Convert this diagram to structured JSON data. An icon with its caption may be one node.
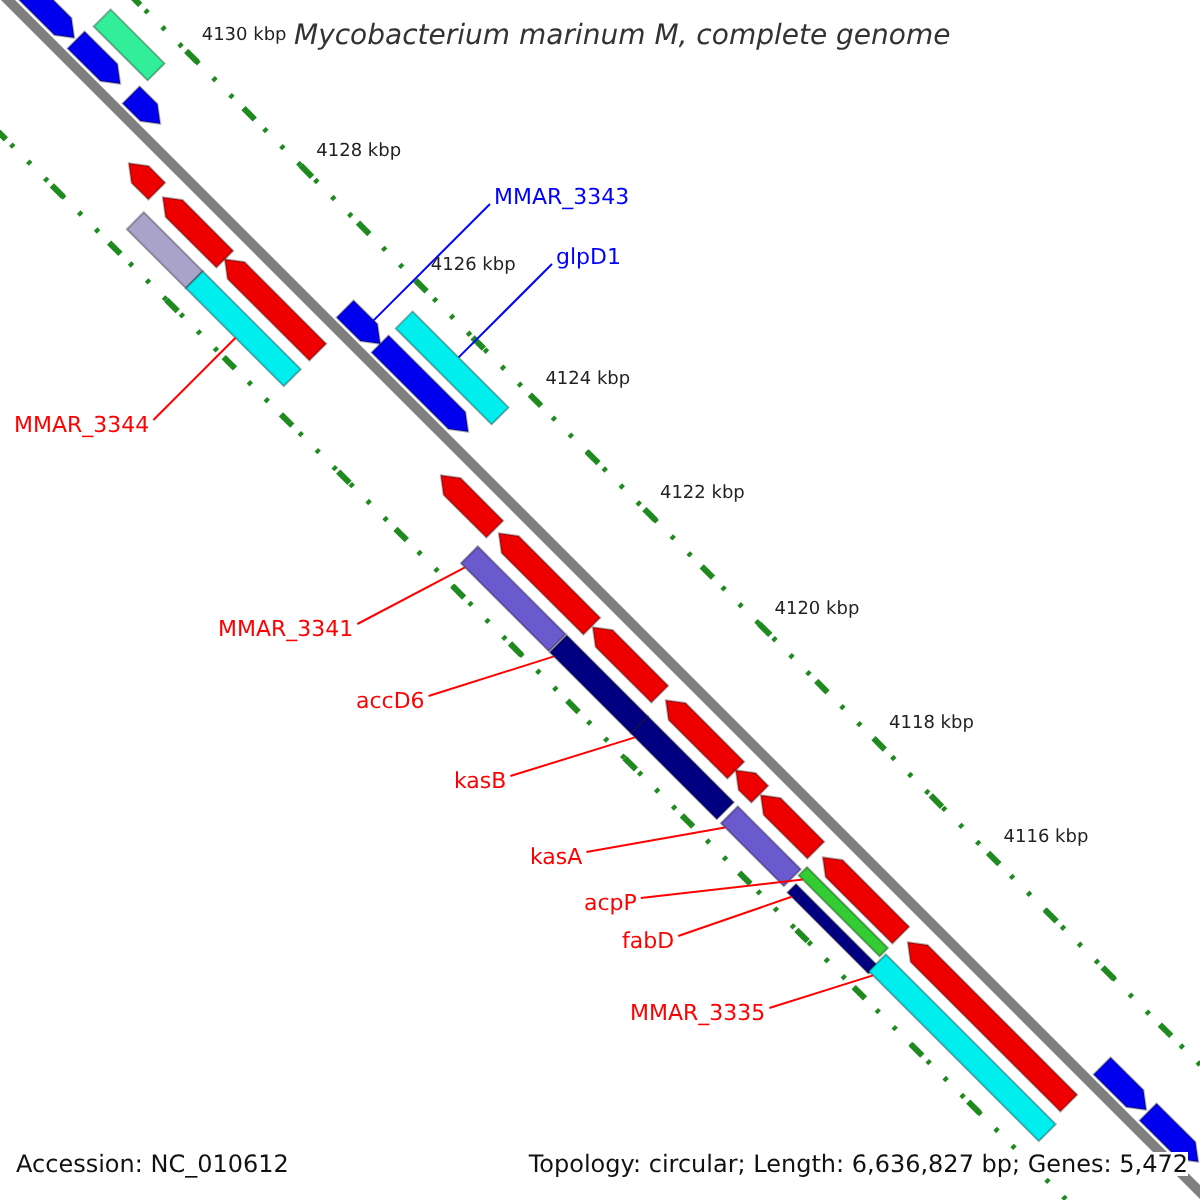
{
  "diagram": {
    "title": "Mycobacterium marinum M, complete genome",
    "nodes": [
      {
        "text": [
          "MMAR_3343"
        ]
      },
      {
        "text": [
          "glpD1"
        ]
      },
      {
        "text": [
          "MMAR_3344"
        ]
      },
      {
        "text": [
          "MMAR_3341"
        ]
      },
      {
        "text": [
          "accD6"
        ]
      },
      {
        "text": [
          "kasB"
        ]
      },
      {
        "text": [
          "kasA"
        ]
      },
      {
        "text": [
          "acpP"
        ]
      },
      {
        "text": [
          "fabD"
        ]
      },
      {
        "text": [
          "MMAR_3335"
        ]
      },
      {
        "text": [],
        "shape": "bar"
      },
      {
        "text": [],
        "shape": "bar"
      },
      {
        "text": [],
        "shape": "bar"
      },
      {
        "text": [],
        "shape": "bar"
      },
      {
        "text": [],
        "shape": "bar"
      },
      {
        "text": [],
        "shape": "bar"
      },
      {
        "text": [],
        "shape": "bar"
      },
      {
        "text": [],
        "shape": "bar"
      },
      {
        "text": [],
        "shape": "bar"
      },
      {
        "text": [],
        "shape": "bar"
      }
    ],
    "edges": [
      {
        "from": 0,
        "to": 10,
        "arrow": "none",
        "color": "#0000ff"
      },
      {
        "from": 1,
        "to": 11,
        "arrow": "none",
        "color": "#0000ff"
      },
      {
        "from": 2,
        "to": 12,
        "arrow": "none"
      },
      {
        "from": 3,
        "to": 13,
        "arrow": "none"
      },
      {
        "from": 4,
        "to": 14,
        "arrow": "none"
      },
      {
        "from": 5,
        "to": 15,
        "arrow": "none"
      },
      {
        "from": 6,
        "to": 16,
        "arrow": "none"
      },
      {
        "from": 7,
        "to": 17,
        "arrow": "none"
      },
      {
        "from": 8,
        "to": 18,
        "arrow": "none"
      },
      {
        "from": 9,
        "to": 19,
        "arrow": "none"
      }
    ],
    "labels": [
      "4130 kbp",
      "4128 kbp",
      "4126 kbp",
      "4124 kbp",
      "4122 kbp",
      "4120 kbp",
      "4118 kbp",
      "4116 kbp",
      "Accession: NC_010612",
      "Topology: circular; Length: 6,636,827 bp; Genes: 5,472"
    ]
  }
}
